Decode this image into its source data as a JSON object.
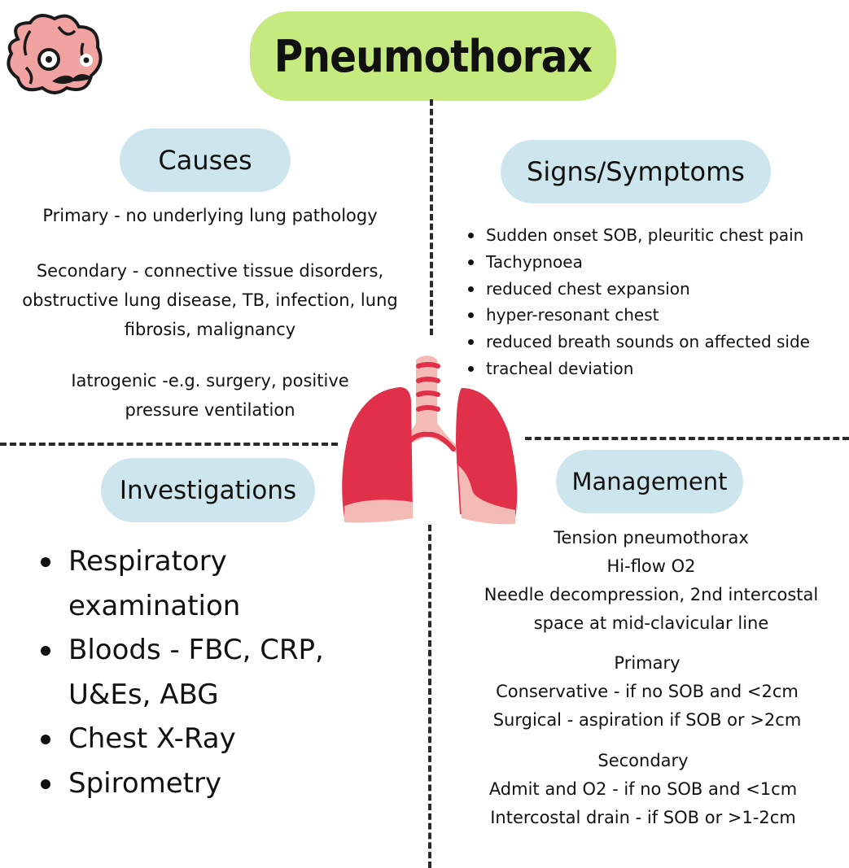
{
  "title": "Pneumothorax",
  "logo": {
    "icon": "brain-mascot-icon"
  },
  "illustration": {
    "icon": "lungs-icon",
    "colors": {
      "lung": "#e0304a",
      "pale": "#f4bab4"
    }
  },
  "colors": {
    "title_pill": "#c6ea80",
    "section_pill": "#cde6ee"
  },
  "causes": {
    "heading": "Causes",
    "primary": "Primary - no underlying lung pathology",
    "secondary": [
      "Secondary - connective tissue disorders,",
      "obstructive lung disease, TB, infection, lung",
      "fibrosis, malignancy"
    ],
    "iatrogenic": [
      "Iatrogenic -e.g. surgery, positive",
      "pressure ventilation"
    ]
  },
  "signs": {
    "heading": "Signs/Symptoms",
    "items": [
      "Sudden onset SOB, pleuritic chest pain",
      "Tachypnoea",
      "reduced chest expansion",
      "hyper-resonant chest",
      "reduced breath sounds on affected side",
      "tracheal deviation"
    ]
  },
  "investigations": {
    "heading": "Investigations",
    "items": [
      "Respiratory examination",
      "Bloods - FBC, CRP, U&Es, ABG",
      "Chest X-Ray",
      "Spirometry"
    ]
  },
  "management": {
    "heading": "Management",
    "tension": [
      "Tension pneumothorax",
      "Hi-flow O2",
      "Needle decompression, 2nd intercostal",
      "space at mid-clavicular line"
    ],
    "primary": [
      "Primary",
      "Conservative - if no SOB and <2cm",
      "Surgical - aspiration if SOB or >2cm"
    ],
    "secondary": [
      "Secondary",
      "Admit and O2 - if no SOB and <1cm",
      "Intercostal drain - if SOB or >1-2cm"
    ]
  }
}
